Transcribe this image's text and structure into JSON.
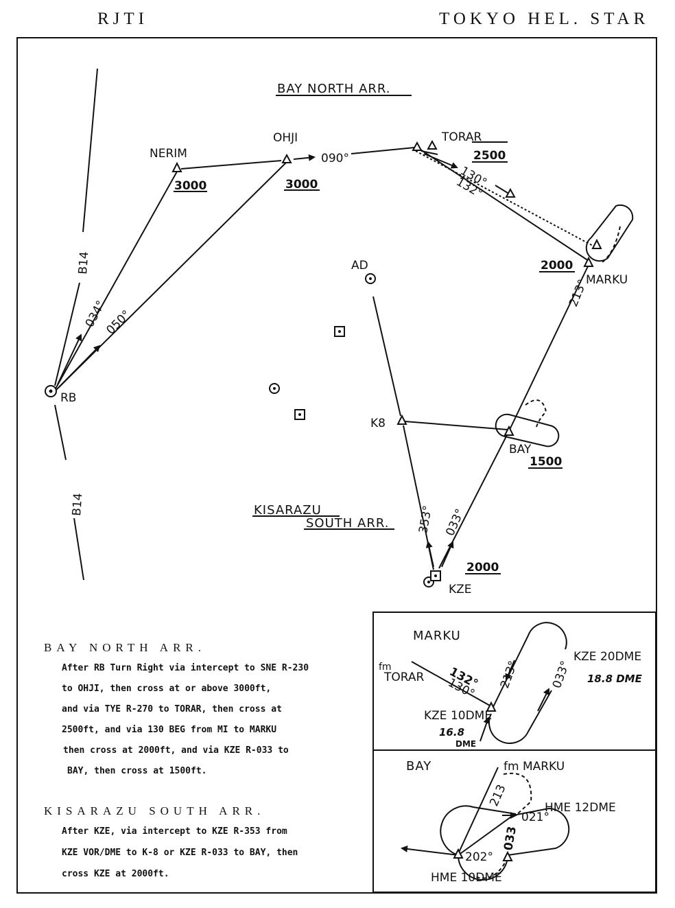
{
  "header": {
    "left": "RJTI",
    "right": "TOKYO HEL. STAR"
  },
  "routes": {
    "bay_north_title": "BAY NORTH ARR.",
    "kisarazu_title_1": "KISARAZU",
    "kisarazu_title_2": "SOUTH ARR."
  },
  "fixes": {
    "nerim": "NERIM",
    "ohji": "OHJI",
    "torar": "TORAR",
    "marku": "MARKU",
    "ad": "AD",
    "rb": "RB",
    "k8": "K8",
    "bay": "BAY",
    "kze": "KZE"
  },
  "altitudes": {
    "nerim": "3000",
    "ohji": "3000",
    "torar": "2500",
    "marku": "2000",
    "bay": "1500",
    "kze": "2000"
  },
  "bearings": {
    "b14_upper": "B14",
    "b14_lower": "B14",
    "r034": "034°",
    "r050": "050°",
    "r090": "090°",
    "r130": "130°",
    "r132": "132°",
    "r213": "213°",
    "r353": "353°",
    "r033": "033°"
  },
  "inset_marku": {
    "title": "MARKU",
    "from_prefix": "fm",
    "from": "TORAR",
    "r132": "132°",
    "r130": "130°",
    "r213": "213°",
    "r033": "033°",
    "dme_20": "KZE 20DME",
    "dme_188": "18.8 DME",
    "dme_10": "KZE 10DME",
    "dme_168": "16.8",
    "dme_word": "DME"
  },
  "inset_bay": {
    "title": "BAY",
    "from": "fm MARKU",
    "r213": "213",
    "r021": "021°",
    "r033": "033",
    "r202": "202°",
    "dme_12": "HME 12DME",
    "dme_10": "HME 10DME"
  },
  "notes": {
    "bay_title": "BAY NORTH ARR.",
    "bay_lines": [
      "After RB Turn Right via intercept to SNE R-230",
      "to OHJI, then cross at or above 3000ft,",
      "and via TYE R-270 to TORAR, then cross at",
      "2500ft, and via 130 BEG from MI to MARKU",
      "then cross at 2000ft, and via KZE R-033 to",
      "BAY, then cross at 1500ft."
    ],
    "kisa_title": "KISARAZU SOUTH ARR.",
    "kisa_lines": [
      "After KZE, via intercept to KZE R-353 from",
      "KZE VOR/DME to K-8 or KZE R-033 to BAY, then",
      "cross KZE at 2000ft."
    ]
  },
  "colors": {
    "ink": "#111111",
    "paper": "#ffffff"
  }
}
